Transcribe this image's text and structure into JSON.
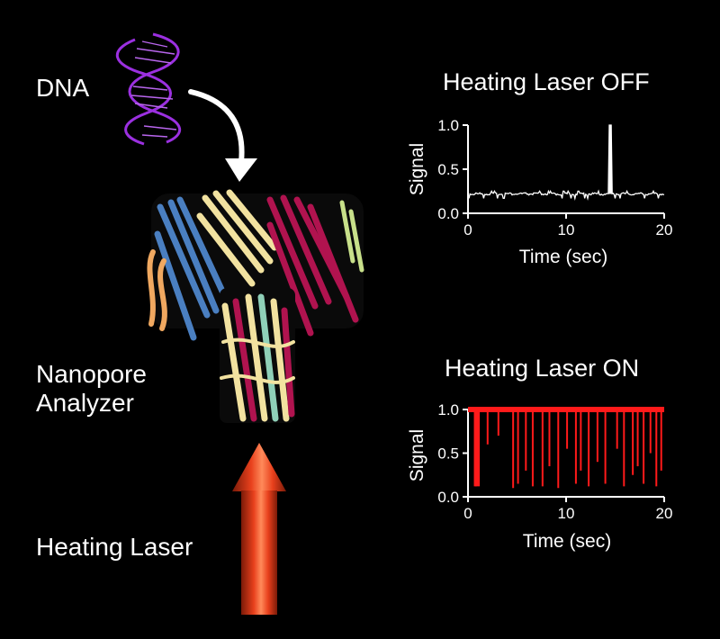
{
  "labels": {
    "dna": "DNA",
    "nanopore_line1": "Nanopore",
    "nanopore_line2": "Analyzer",
    "heating_laser": "Heating Laser"
  },
  "colors": {
    "dna_helix": "#9b30e0",
    "laser_arrow": "#e8401c",
    "trace_off": "#ffffff",
    "trace_on": "#ff1a1a",
    "protein": [
      "#4a7fc1",
      "#f2e2a0",
      "#b0134f",
      "#f0a860",
      "#8fd0b8",
      "#c8e08a"
    ]
  },
  "icons": [
    "dna-helix-icon",
    "curved-arrow-icon",
    "nanopore-protein-icon",
    "laser-arrow-icon"
  ],
  "chart_data": [
    {
      "type": "line",
      "title": "Heating Laser OFF",
      "xlabel": "Time (sec)",
      "ylabel": "Signal",
      "xlim": [
        0,
        20
      ],
      "ylim": [
        0,
        1.0
      ],
      "xticks": [
        "0",
        "10",
        "20"
      ],
      "yticks": [
        "0.0",
        "0.5",
        "1.0"
      ],
      "series": [
        {
          "baseline": 0.22,
          "events": [
            {
              "x": 14.5,
              "y": 1.0
            }
          ]
        }
      ]
    },
    {
      "type": "line",
      "title": "Heating Laser ON",
      "xlabel": "Time (sec)",
      "ylabel": "Signal",
      "xlim": [
        0,
        20
      ],
      "ylim": [
        0,
        1.0
      ],
      "xticks": [
        "0",
        "10",
        "20"
      ],
      "yticks": [
        "0.0",
        "0.5",
        "1.0"
      ],
      "series": [
        {
          "baseline": 1.0,
          "events": [
            {
              "x": 0.8,
              "y": 0.12
            },
            {
              "x": 2.0,
              "y": 0.6
            },
            {
              "x": 3.1,
              "y": 0.7
            },
            {
              "x": 4.6,
              "y": 0.1
            },
            {
              "x": 5.1,
              "y": 0.15
            },
            {
              "x": 5.9,
              "y": 0.3
            },
            {
              "x": 6.6,
              "y": 0.12
            },
            {
              "x": 7.6,
              "y": 0.12
            },
            {
              "x": 8.3,
              "y": 0.35
            },
            {
              "x": 9.2,
              "y": 0.1
            },
            {
              "x": 10.1,
              "y": 0.55
            },
            {
              "x": 11.0,
              "y": 0.15
            },
            {
              "x": 11.5,
              "y": 0.3
            },
            {
              "x": 12.3,
              "y": 0.12
            },
            {
              "x": 13.2,
              "y": 0.4
            },
            {
              "x": 14.0,
              "y": 0.15
            },
            {
              "x": 15.2,
              "y": 0.55
            },
            {
              "x": 15.9,
              "y": 0.12
            },
            {
              "x": 16.8,
              "y": 0.25
            },
            {
              "x": 17.3,
              "y": 0.35
            },
            {
              "x": 17.9,
              "y": 0.15
            },
            {
              "x": 18.6,
              "y": 0.5
            },
            {
              "x": 19.2,
              "y": 0.12
            },
            {
              "x": 19.7,
              "y": 0.3
            }
          ]
        }
      ]
    }
  ]
}
